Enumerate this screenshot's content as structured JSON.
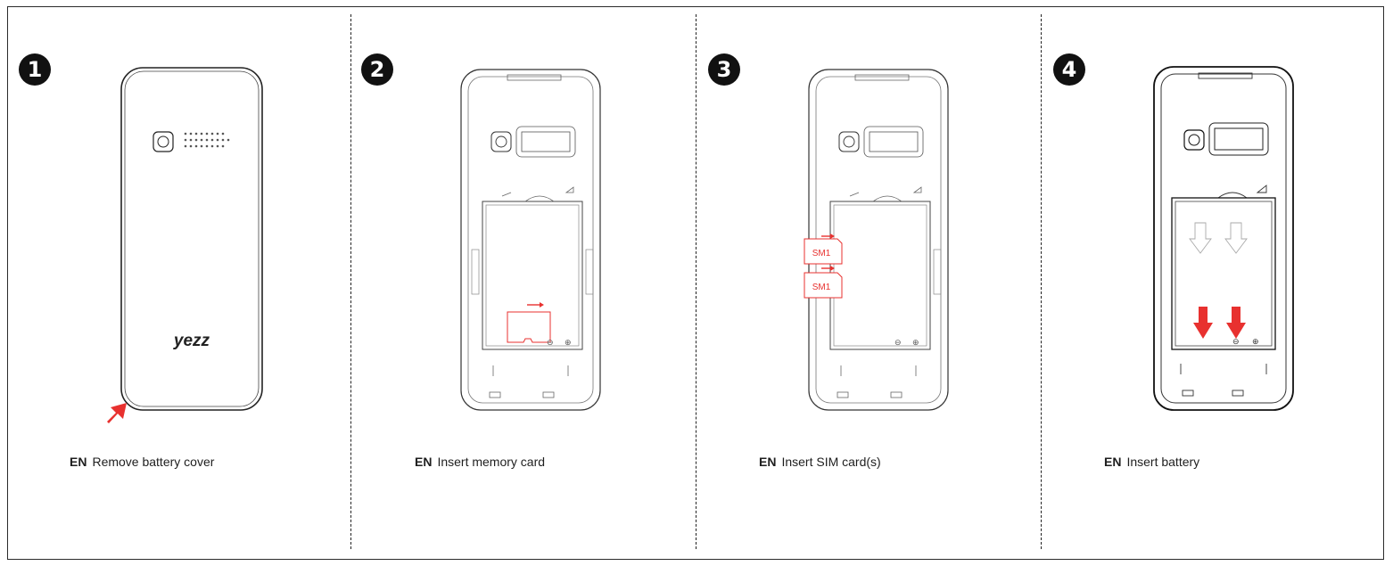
{
  "language_code": "EN",
  "accent_color": "#e8312f",
  "steps": [
    {
      "number": "1",
      "caption": "Remove battery cover",
      "brand": "yezz"
    },
    {
      "number": "2",
      "caption": "Insert memory card"
    },
    {
      "number": "3",
      "caption": "Insert SIM card(s)",
      "sim_labels": [
        "SM1",
        "SM1"
      ]
    },
    {
      "number": "4",
      "caption": "Insert battery"
    }
  ],
  "terminal_labels": {
    "minus": "⊖",
    "plus": "⊕"
  }
}
